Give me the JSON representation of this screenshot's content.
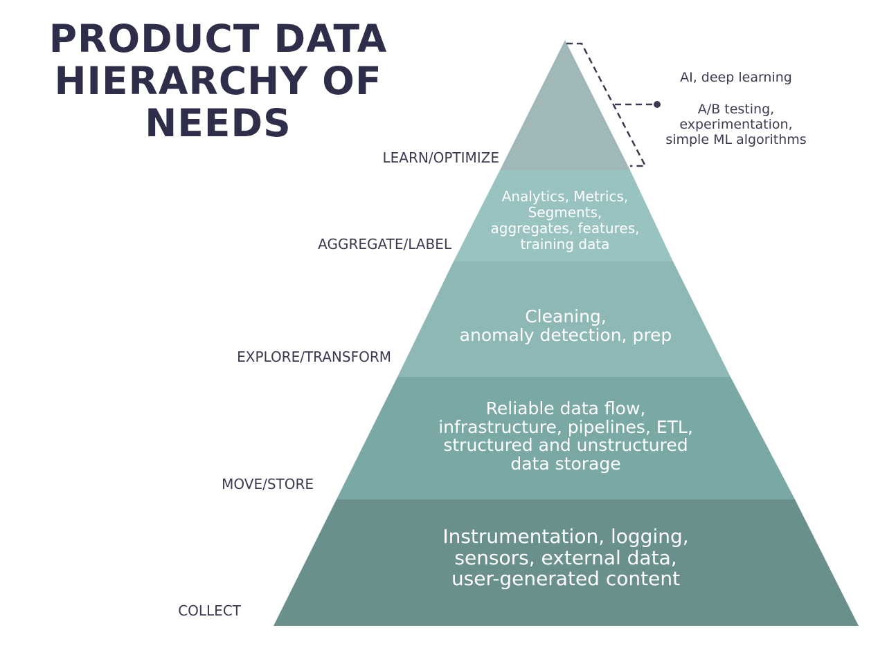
{
  "title": {
    "lines": [
      "PRODUCT DATA",
      "HIERARCHY OF",
      "NEEDS"
    ]
  },
  "levels": [
    {
      "label": "LEARN/OPTIMIZE",
      "text_lines": [],
      "color": "#a0b9b8"
    },
    {
      "label": "AGGREGATE/LABEL",
      "text_lines": [
        "Analytics, Metrics,",
        "Segments,",
        "aggregates, features,",
        "training data"
      ],
      "color": "#98c3c0"
    },
    {
      "label": "EXPLORE/TRANSFORM",
      "text_lines": [
        "Cleaning,",
        "anomaly detection, prep"
      ],
      "color": "#8eb8b5"
    },
    {
      "label": "MOVE/STORE",
      "text_lines": [
        "Reliable data flow,",
        "infrastructure, pipelines, ETL,",
        "structured and unstructured",
        "data storage"
      ],
      "color": "#7aa8a4"
    },
    {
      "label": "COLLECT",
      "text_lines": [
        "Instrumentation, logging,",
        "sensors, external data,",
        "user-generated content"
      ],
      "color": "#6a908d"
    }
  ],
  "top_annotations": [
    {
      "lines": [
        "AI, deep learning"
      ]
    },
    {
      "lines": [
        "A/B testing,",
        "experimentation,",
        "simple ML algorithms"
      ]
    }
  ],
  "colors": {
    "title": "#2e2e4a",
    "bracket": "#3a3a50"
  }
}
